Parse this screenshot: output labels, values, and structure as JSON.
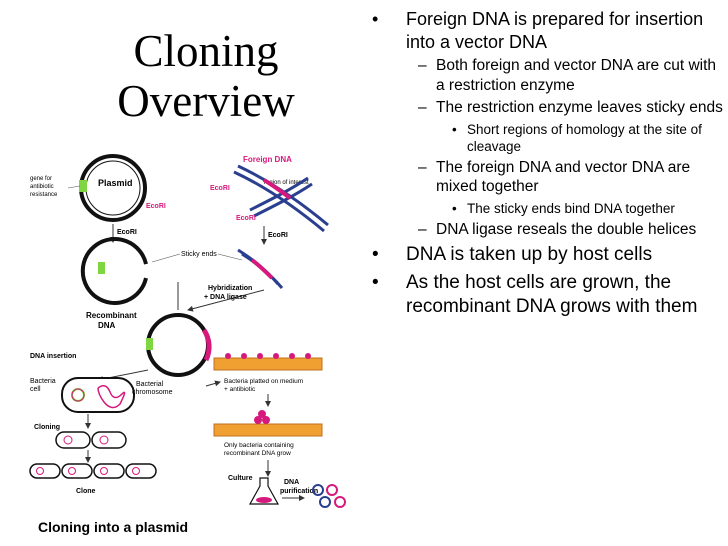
{
  "title": {
    "line1": "Cloning",
    "line2": "Overview"
  },
  "bullets": {
    "b1": "Foreign DNA is prepared for insertion into a vector DNA",
    "b1_1": "Both foreign and vector DNA are cut with a restriction enzyme",
    "b1_2": "The restriction enzyme leaves sticky ends",
    "b1_2_1": "Short regions of homology at the site of cleavage",
    "b1_3": "The foreign DNA and vector DNA are mixed together",
    "b1_3_1": "The sticky ends bind DNA together",
    "b1_4": "DNA ligase reseals the double helices",
    "b2": "DNA is taken up by host cells",
    "b3": "As the host cells are grown, the recombinant DNA grows with them"
  },
  "diagram": {
    "caption": "Cloning into a plasmid",
    "plasmid": "Plasmid",
    "gene_line1": "gene for",
    "gene_line2": "antibiotic",
    "gene_line3": "resistance",
    "ecori": "EcoRI",
    "foreign_dna": "Foreign DNA",
    "region_of_interest": "region of interest",
    "sticky_ends": "Sticky ends",
    "hybridization": "Hybridization",
    "dna_ligase": "+ DNA ligase",
    "recombinant": "Recombinant",
    "dna": "DNA",
    "dna_insertion": "DNA insertion",
    "bacteria": "Bacteria",
    "cell": "cell",
    "bacterial": "Bacterial",
    "chromosome": "chromosome",
    "bacteria_plated": "Bacteria platted on medium",
    "antibiotic": "+ antibiotic",
    "cloning": "Cloning",
    "only_bacteria": "Only bacteria containing",
    "recomb_grow": "recombinant DNA grow",
    "culture": "Culture",
    "clone": "Clone",
    "dna_purification_1": "DNA",
    "dna_purification_2": "purification"
  },
  "colors": {
    "insert": "#d6197d",
    "marker": "#7fd640",
    "foreign": "#2a3f8f",
    "medium": "#f0a030"
  }
}
